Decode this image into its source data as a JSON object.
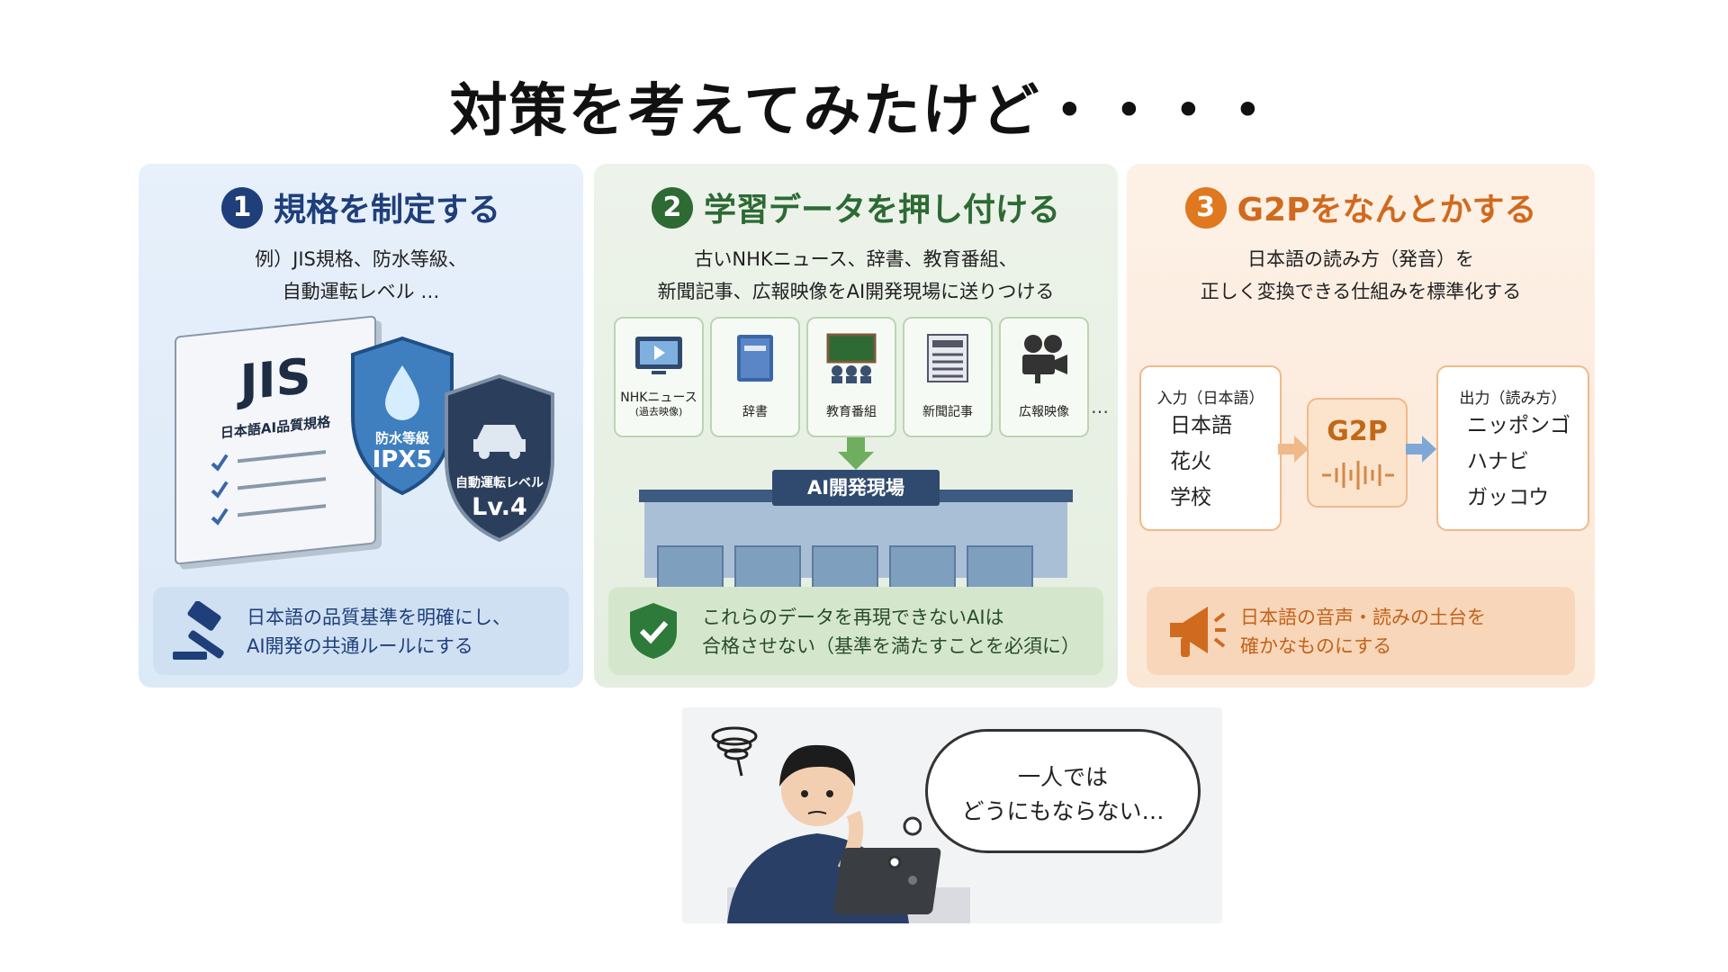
{
  "title": "対策を考えてみたけど・・・・",
  "panels": [
    {
      "num": "1",
      "heading": "規格を制定する",
      "sub1": "例）JIS規格、防水等級、",
      "sub2": "自動運転レベル …",
      "book_title": "JIS",
      "book_sub": "日本語AI品質規格",
      "shield_water_label": "防水等級",
      "shield_water_value": "IPX5",
      "shield_auto_label": "自動運転レベル",
      "shield_auto_value": "Lv.4",
      "foot1": "日本語の品質基準を明確にし、",
      "foot2": "AI開発の共通ルールにする",
      "accent": "#1f3f7a"
    },
    {
      "num": "2",
      "heading": "学習データを押し付ける",
      "sub1": "古いNHKニュース、辞書、教育番組、",
      "sub2": "新聞記事、広報映像をAI開発現場に送りつける",
      "cards": [
        {
          "label": "NHKニュース",
          "label2": "(過去映像)",
          "icon": "tv-icon"
        },
        {
          "label": "辞書",
          "label2": "",
          "icon": "book-icon"
        },
        {
          "label": "教育番組",
          "label2": "",
          "icon": "chalkboard-icon"
        },
        {
          "label": "新聞記事",
          "label2": "",
          "icon": "newspaper-icon"
        },
        {
          "label": "広報映像",
          "label2": "",
          "icon": "movie-camera-icon"
        }
      ],
      "more": "…",
      "building_label": "AI開発現場",
      "foot1": "これらのデータを再現できないAIは",
      "foot2": "合格させない（基準を満たすことを必須に）",
      "accent": "#2d6a34"
    },
    {
      "num": "3",
      "heading": "G2Pをなんとかする",
      "sub1": "日本語の読み方（発音）を",
      "sub2": "正しく変換できる仕組みを標準化する",
      "input_header": "入力（日本語）",
      "inputs": [
        "日本語",
        "花火",
        "学校"
      ],
      "g2p_label": "G2P",
      "output_header": "出力（読み方）",
      "outputs": [
        "ニッポンゴ",
        "ハナビ",
        "ガッコウ"
      ],
      "foot1": "日本語の音声・読みの土台を",
      "foot2": "確かなものにする",
      "accent": "#e0781f"
    }
  ],
  "bubble": {
    "line1": "一人では",
    "line2": "どうにもならない…"
  }
}
